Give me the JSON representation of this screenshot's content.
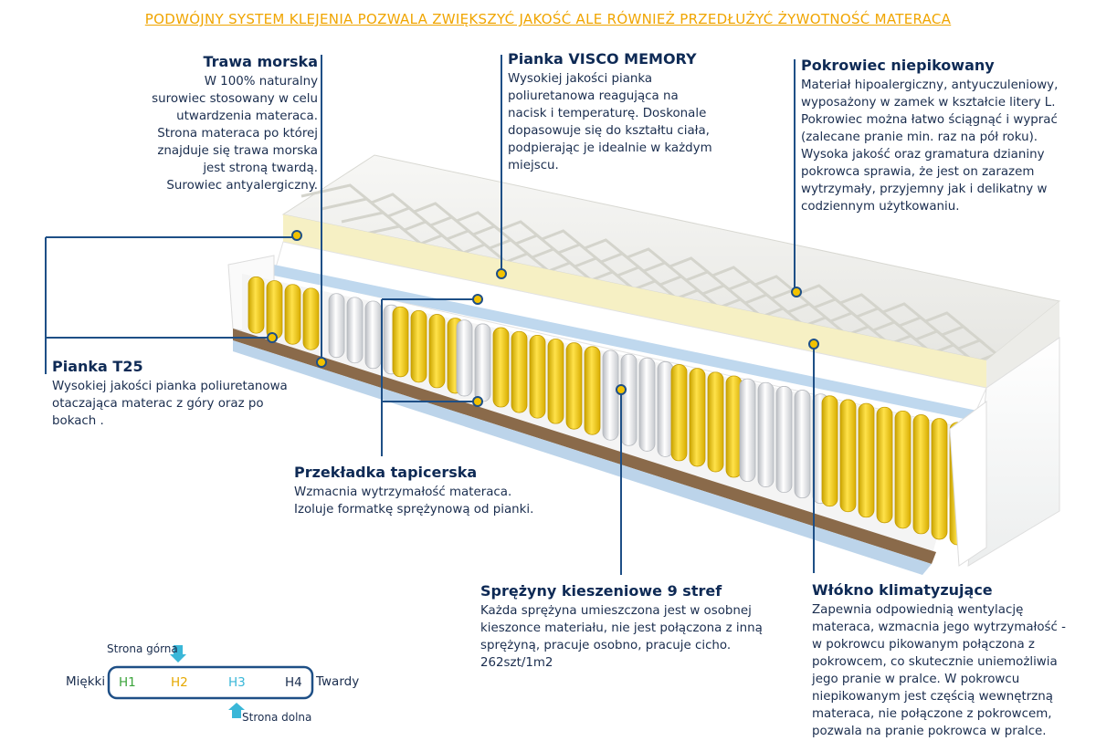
{
  "headline": "PODWÓJNY SYSTEM KLEJENIA POZWALA ZWIĘKSZYĆ JAKOŚĆ ALE RÓWNIEŻ PRZEDŁUŻYĆ ŻYWOTNOŚĆ MATERACA",
  "labels": {
    "trawa": {
      "title": "Trawa morska",
      "text": "W 100% naturalny\nsurowiec stosowany w celu\nutwardzenia materaca.\nStrona materaca po której\nznajduje się trawa morska\njest stroną twardą.\nSurowiec antyalergiczny."
    },
    "visco": {
      "title": "Pianka VISCO MEMORY",
      "text": "Wysokiej jakości pianka\npoliuretanowa reagująca na\nnacisk i temperaturę. Doskonale\ndopasowuje się do kształtu ciała,\npodpierając je idealnie w każdym\nmiejscu."
    },
    "pokrowiec": {
      "title": "Pokrowiec  niepikowany",
      "text": "Materiał hipoalergiczny, antyuczuleniowy,\nwyposażony w zamek w kształcie litery L.\nPokrowiec można łatwo ściągnąć i wyprać\n(zalecane pranie min.  raz na pół roku).\nWysoka jakość oraz gramatura dzianiny\npokrowca sprawia, że jest on zarazem\nwytrzymały, przyjemny jak i delikatny w\ncodziennym użytkowaniu."
    },
    "t25": {
      "title": "Pianka T25",
      "text": "Wysokiej jakości pianka poliuretanowa\notaczająca materac z góry oraz po\nbokach ."
    },
    "przekladka": {
      "title": "Przekładka tapicerska",
      "text": "Wzmacnia wytrzymałość materaca.\nIzoluje formatkę sprężynową od pianki."
    },
    "sprezyny": {
      "title": "Sprężyny kieszeniowe 9 stref",
      "text": "Każda sprężyna umieszczona jest w osobnej\nkieszonce materiału, nie jest połączona z inną\nsprężyną, pracuje osobno, pracuje cicho.\n262szt/1m2"
    },
    "wlokno": {
      "title": "Włókno klimatyzujące",
      "text": "Zapewnia odpowiednią wentylację\nmateraca, wzmacnia jego wytrzymałość -\nw pokrowcu pikowanym połączona z\npokrowcem, co skutecznie uniemożliwia\njego pranie w pralce. W pokrowcu\nniepikowanym jest częścią wewnętrzną\nmateraca, nie połączone z pokrowcem,\npozwala na pranie pokrowca w pralce."
    }
  },
  "scale": {
    "top_side": "Strona górna",
    "bottom_side": "Strona dolna",
    "soft": "Miękki",
    "hard": "Twardy",
    "levels": [
      {
        "label": "H1",
        "color": "#3aa33a"
      },
      {
        "label": "H2",
        "color": "#e5a800"
      },
      {
        "label": "H3",
        "color": "#3ab7d8"
      },
      {
        "label": "H4",
        "color": "#1a2d4e"
      }
    ]
  },
  "colors": {
    "accent_line": "#1e4f86",
    "dot_fill": "#f2c200",
    "headline": "#f0a500",
    "yellow_spring": "#f5cf1a",
    "white_spring": "#e9eaec"
  }
}
